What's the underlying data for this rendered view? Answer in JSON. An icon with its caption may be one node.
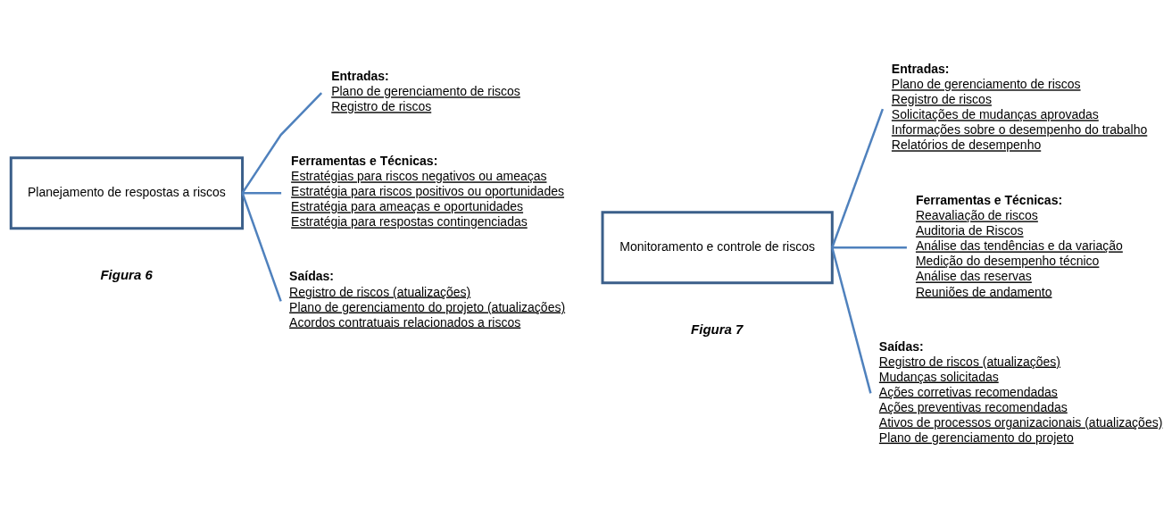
{
  "diagram": {
    "nodes": [
      {
        "text": [
          "Planejamento de respostas a riscos"
        ]
      },
      {
        "text": [
          "Entradas:",
          "Plano de gerenciamento de riscos",
          "Registro de riscos"
        ]
      },
      {
        "text": [
          "Ferramentas e Técnicas:",
          "Estratégias para riscos negativos ou ameaças",
          "Estratégia para riscos positivos ou oportunidades",
          "Estratégia para ameaças e oportunidades",
          "Estratégia para respostas contingenciadas"
        ]
      },
      {
        "text": [
          "Saídas:",
          "Registro de riscos (atualizações)",
          "Plano de gerenciamento do projeto (atualizações)",
          "Acordos contratuais relacionados a riscos"
        ]
      },
      {
        "text": [
          "Monitoramento e controle de riscos"
        ]
      },
      {
        "text": [
          "Entradas:",
          "Plano de gerenciamento de riscos",
          "Registro de riscos",
          "Solicitações de mudanças aprovadas",
          "Informações sobre o desempenho do trabalho",
          "Relatórios de desempenho"
        ]
      },
      {
        "text": [
          "Ferramentas e Técnicas:",
          "Reavaliação de riscos",
          "Auditoria de Riscos",
          "Análise das tendências e da variação",
          "Medição do desempenho técnico",
          "Análise das reservas",
          "Reuniões de andamento"
        ]
      },
      {
        "text": [
          "Saídas:",
          "Registro de riscos (atualizações)",
          "Mudanças solicitadas",
          "Ações corretivas recomendadas",
          "Ações preventivas recomendadas",
          "Ativos de processos organizacionais (atualizações)",
          "Plano de gerenciamento do projeto"
        ]
      }
    ],
    "edges": [
      {
        "from": 0,
        "to": 1,
        "arrow": "none"
      },
      {
        "from": 0,
        "to": 2,
        "arrow": "none"
      },
      {
        "from": 0,
        "to": 3,
        "arrow": "none"
      },
      {
        "from": 4,
        "to": 5,
        "arrow": "none"
      },
      {
        "from": 4,
        "to": 6,
        "arrow": "none"
      },
      {
        "from": 4,
        "to": 7,
        "arrow": "none"
      }
    ],
    "labels": [
      "Figura 6",
      "Figura 7"
    ]
  }
}
